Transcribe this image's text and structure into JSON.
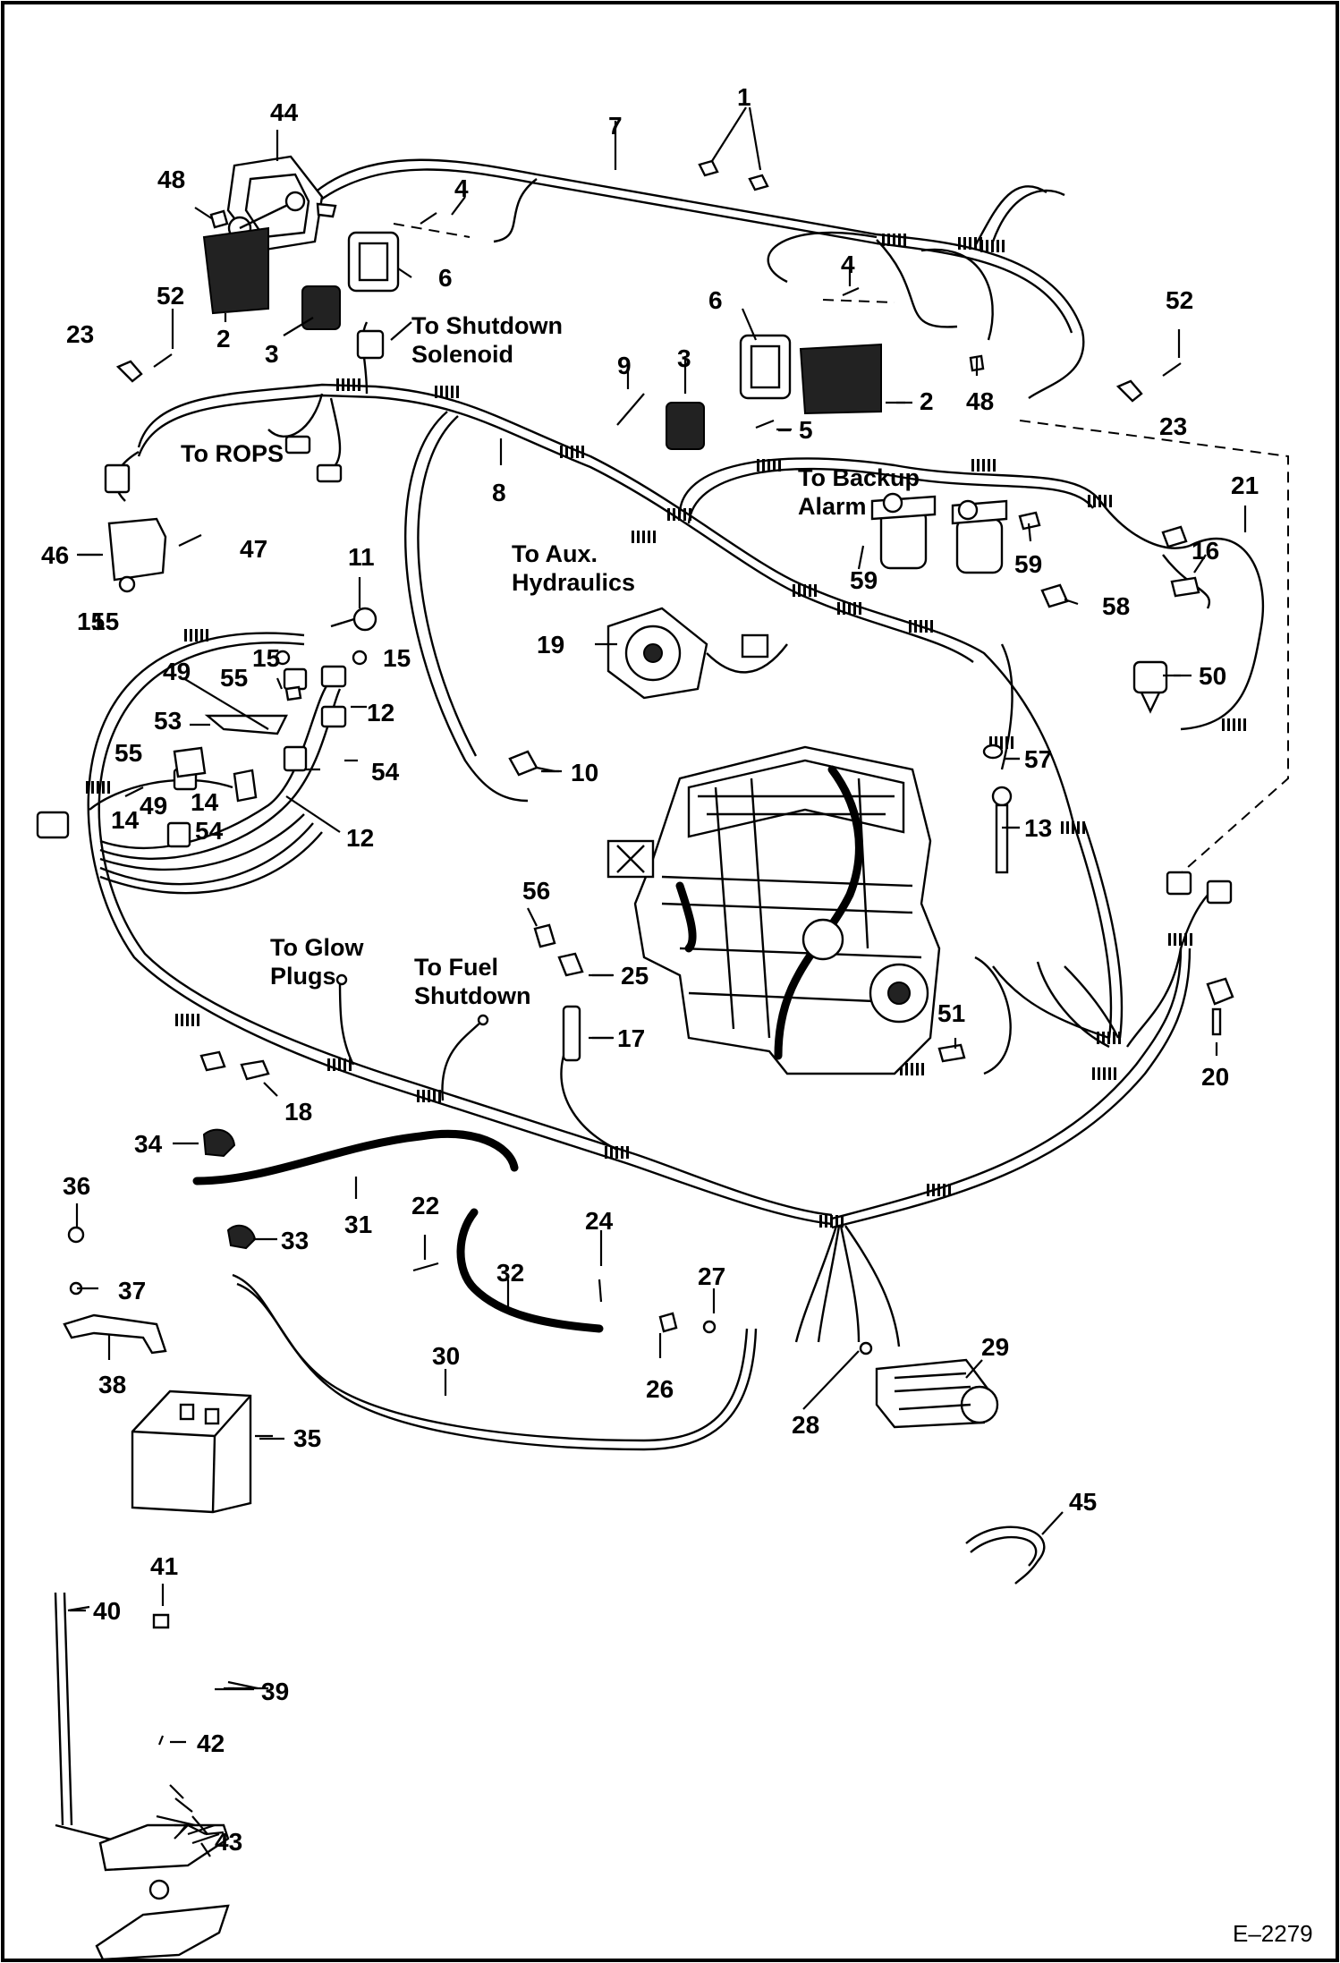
{
  "figure_code": "E–2279",
  "callouts": {
    "c1": "1",
    "c2a": "2",
    "c2b": "2",
    "c3a": "3",
    "c3b": "3",
    "c4a": "4",
    "c4b": "4",
    "c5": "5",
    "c6a": "6",
    "c6b": "6",
    "c7": "7",
    "c8": "8",
    "c9": "9",
    "c10": "10",
    "c11": "11",
    "c12a": "12",
    "c12b": "12",
    "c13": "13",
    "c14a": "14",
    "c14b": "14",
    "c15a": "15",
    "c15b": "15",
    "c15c": "15",
    "c15d": "15",
    "c16": "16",
    "c17": "17",
    "c18": "18",
    "c19": "19",
    "c20": "20",
    "c21": "21",
    "c22": "22",
    "c23a": "23",
    "c23b": "23",
    "c24": "24",
    "c25": "25",
    "c26": "26",
    "c27": "27",
    "c28": "28",
    "c29": "29",
    "c30": "30",
    "c31": "31",
    "c32": "32",
    "c33": "33",
    "c34": "34",
    "c35": "35",
    "c36": "36",
    "c37": "37",
    "c38": "38",
    "c39": "39",
    "c40": "40",
    "c41": "41",
    "c42": "42",
    "c43": "43",
    "c44": "44",
    "c45": "45",
    "c46": "46",
    "c47": "47",
    "c48a": "48",
    "c48b": "48",
    "c49a": "49",
    "c49b": "49",
    "c50": "50",
    "c51": "51",
    "c52a": "52",
    "c52b": "52",
    "c53": "53",
    "c54a": "54",
    "c54b": "54",
    "c55a": "55",
    "c55b": "55",
    "c56": "56",
    "c57": "57",
    "c58": "58",
    "c59a": "59",
    "c59b": "59"
  },
  "labels": {
    "shutdown_1": "To Shutdown",
    "shutdown_2": "Solenoid",
    "rops": "To ROPS",
    "backup_1": "To Backup",
    "backup_2": "Alarm",
    "aux_1": "To Aux.",
    "aux_2": "Hydraulics",
    "glow_1": "To Glow",
    "glow_2": "Plugs",
    "fuel_1": "To Fuel",
    "fuel_2": "Shutdown"
  }
}
